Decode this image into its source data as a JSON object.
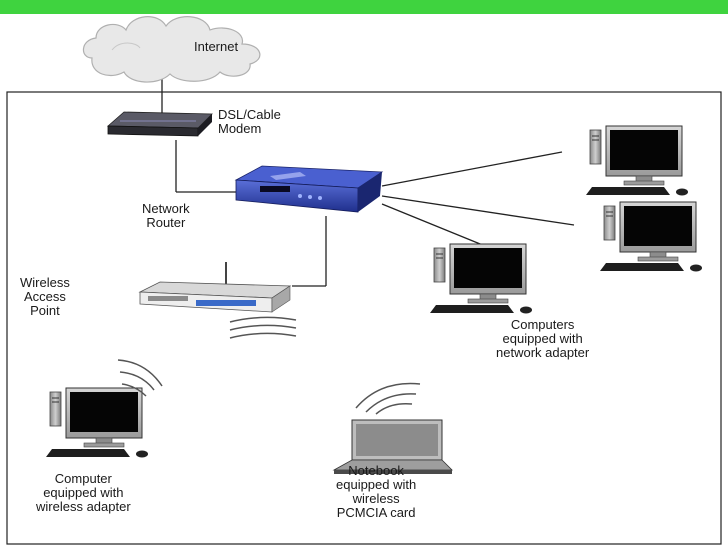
{
  "slide": {
    "accent_color": "#3fd33f"
  },
  "nodes": {
    "internet": {
      "label": "Internet",
      "icon": "cloud-icon"
    },
    "modem": {
      "label_lines": [
        "DSL/Cable",
        "Modem"
      ],
      "icon": "modem-icon"
    },
    "router": {
      "label_lines": [
        "Network",
        "Router"
      ],
      "icon": "router-icon"
    },
    "access_point": {
      "label_lines": [
        "Wireless",
        "Access",
        "Point"
      ],
      "icon": "access-point-icon"
    },
    "wired_computers": {
      "label_lines": [
        "Computers",
        "equipped with",
        "network adapter"
      ],
      "icon": "desktop-computer-icon"
    },
    "wireless_computer": {
      "label_lines": [
        "Computer",
        "equipped with",
        "wireless adapter"
      ],
      "icon": "desktop-computer-icon"
    },
    "notebook": {
      "label_lines": [
        "Notebook",
        "equipped with",
        "wireless",
        "PCMCIA card"
      ],
      "icon": "laptop-icon"
    }
  }
}
